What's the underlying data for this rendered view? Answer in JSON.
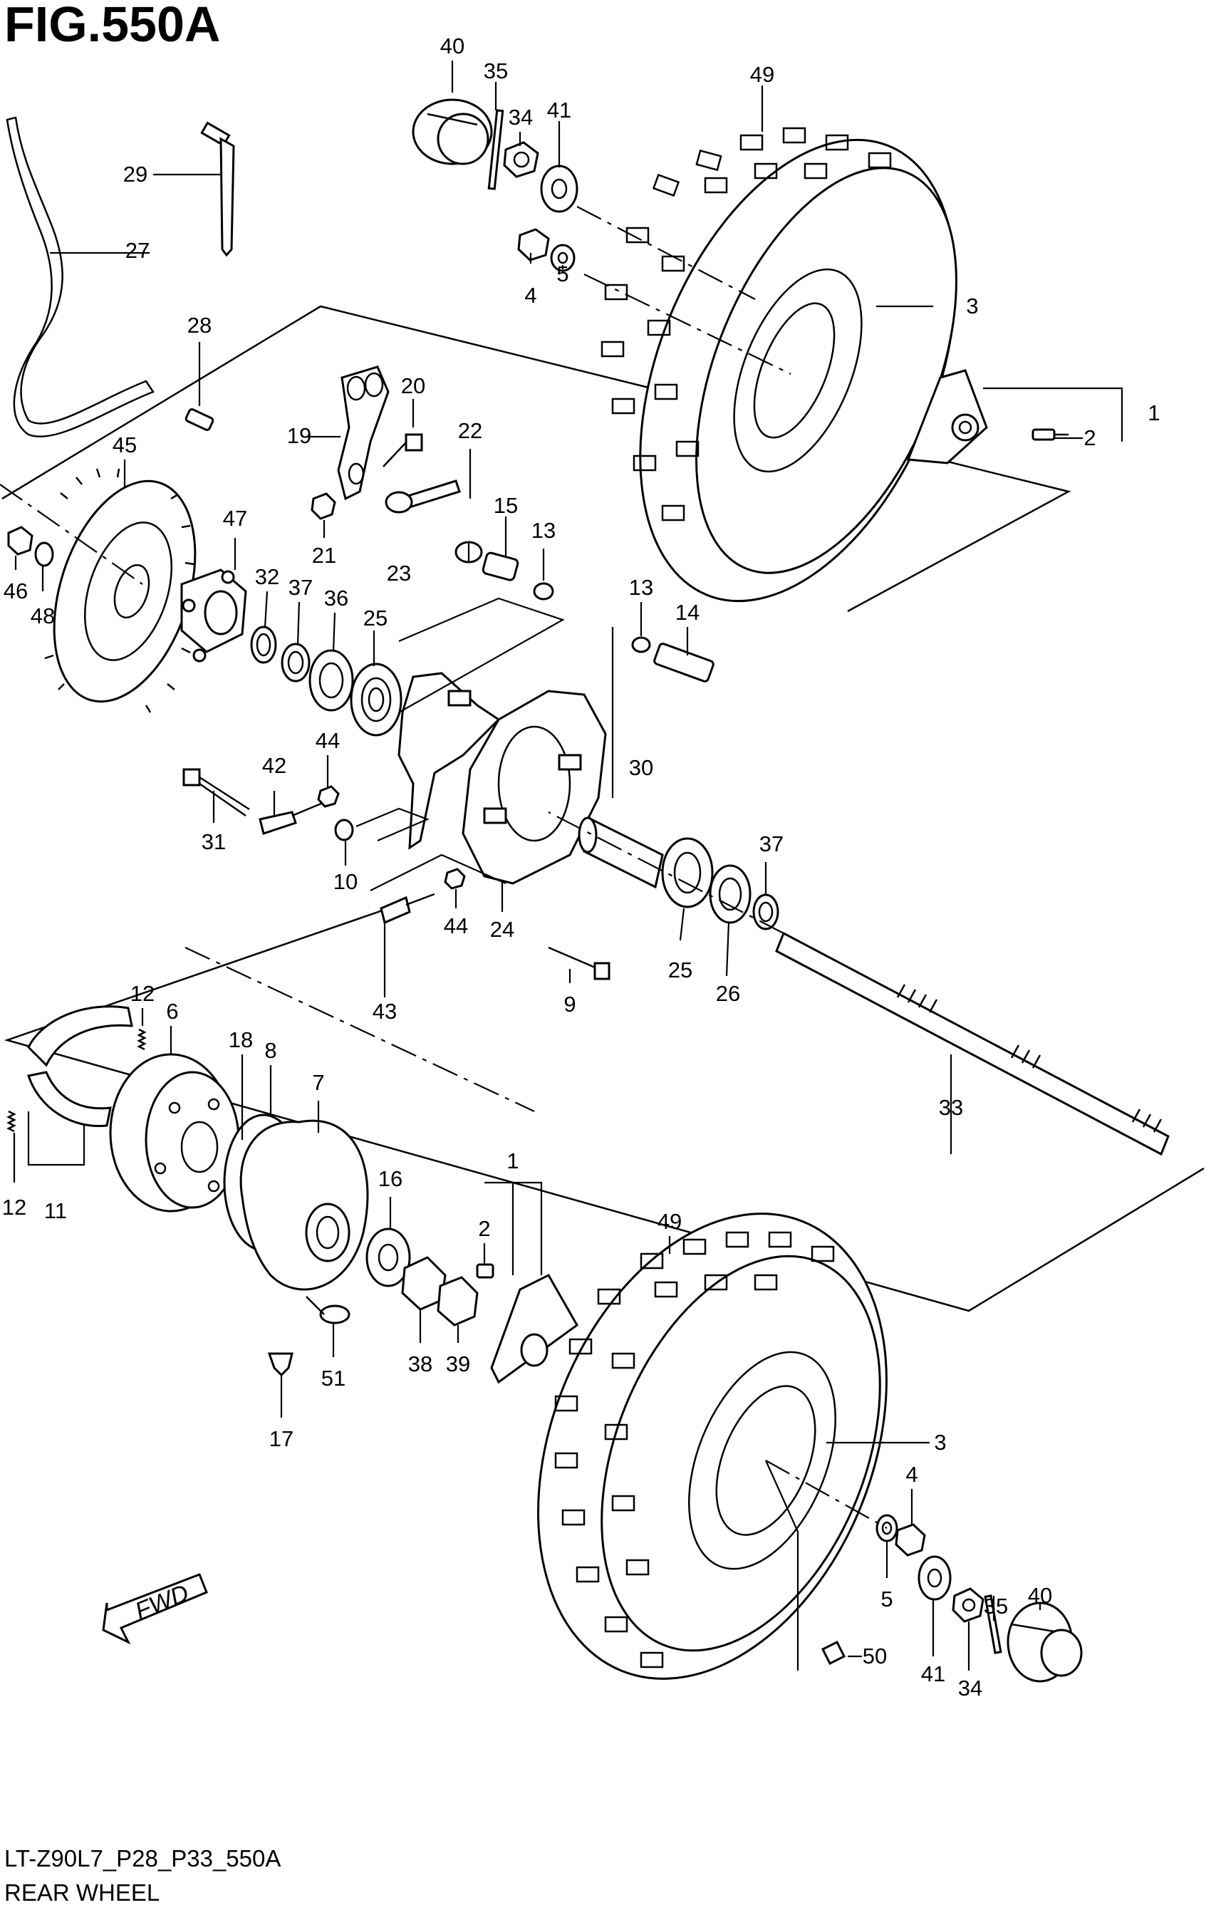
{
  "figure": {
    "title": "FIG.550A",
    "code": "LT-Z90L7_P28_P33_550A",
    "caption": "REAR WHEEL",
    "fwd_label": "FWD"
  },
  "callouts": {
    "c40a": "40",
    "c35a": "35",
    "c49a": "49",
    "c34a": "34",
    "c41a": "41",
    "c29": "29",
    "c27": "27",
    "c4a": "4",
    "c5a": "5",
    "c3a": "3",
    "c28": "28",
    "c1a": "1",
    "c2a": "2",
    "c20": "20",
    "c22": "22",
    "c19": "19",
    "c45": "45",
    "c15": "15",
    "c13a": "13",
    "c47": "47",
    "c21": "21",
    "c23": "23",
    "c46": "46",
    "c48": "48",
    "c32": "32",
    "c37a": "37",
    "c36": "36",
    "c25a": "25",
    "c13b": "13",
    "c14": "14",
    "c44a": "44",
    "c42": "42",
    "c30": "30",
    "c31": "31",
    "c10": "10",
    "c37b": "37",
    "c44b": "44",
    "c24": "24",
    "c25b": "25",
    "c26": "26",
    "c43": "43",
    "c9": "9",
    "c12a": "12",
    "c6": "6",
    "c18": "18",
    "c8": "8",
    "c7": "7",
    "c33": "33",
    "c12b": "12",
    "c11": "11",
    "c16": "16",
    "c1b": "1",
    "c2b": "2",
    "c49b": "49",
    "c38": "38",
    "c39": "39",
    "c51": "51",
    "c17": "17",
    "c3b": "3",
    "c4b": "4",
    "c35b": "35",
    "c40b": "40",
    "c5b": "5",
    "c41b": "41",
    "c34b": "34",
    "c50": "50"
  },
  "colors": {
    "line": "#000000",
    "background": "#ffffff"
  }
}
